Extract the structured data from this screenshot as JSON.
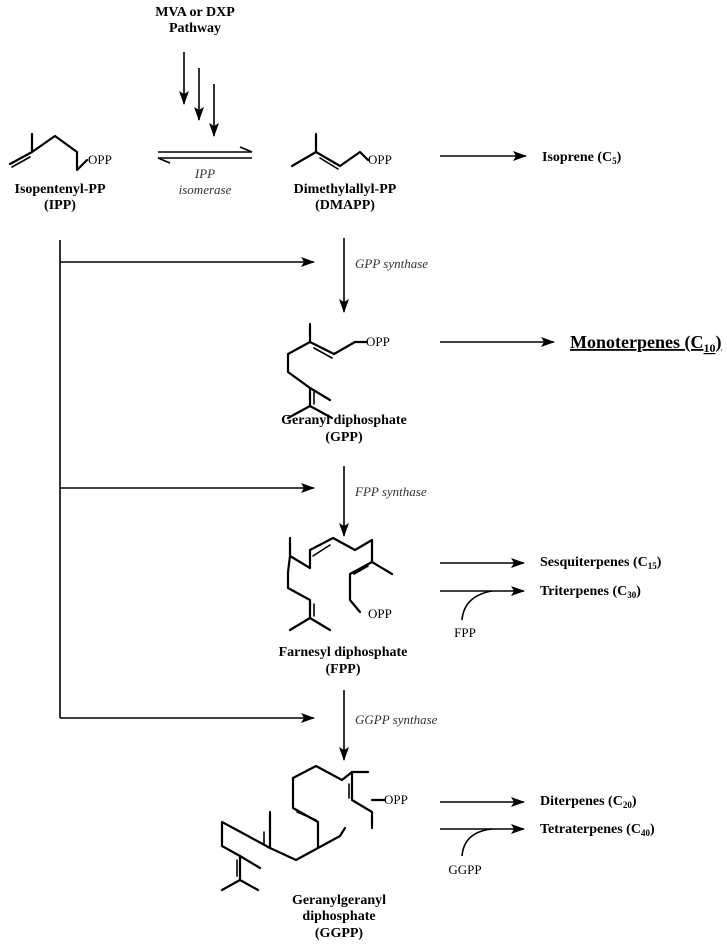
{
  "pathway_source": {
    "line1": "MVA or DXP",
    "line2": "Pathway"
  },
  "opp": "OPP",
  "ipp": {
    "name": "Isopentenyl-PP",
    "abbr": "(IPP)"
  },
  "dmapp": {
    "name": "Dimethylallyl-PP",
    "abbr": "(DMAPP)"
  },
  "isomerase": {
    "line1": "IPP",
    "line2": "isomerase"
  },
  "isoprene": {
    "label": "Isoprene (C",
    "sub": "5",
    "close": ")"
  },
  "gpp_synthase": "GPP synthase",
  "gpp": {
    "name": "Geranyl diphosphate",
    "abbr": "(GPP)"
  },
  "monoterpenes": {
    "label": "Monoterpenes (C",
    "sub": "10",
    "close": ")"
  },
  "fpp_synthase": "FPP synthase",
  "fpp": {
    "name": "Farnesyl diphosphate",
    "abbr": "(FPP)"
  },
  "sesquiterpenes": {
    "label": "Sesquiterpenes (C",
    "sub": "15",
    "close": ")"
  },
  "triterpenes": {
    "label": "Triterpenes (C",
    "sub": "30",
    "close": ")"
  },
  "fpp_cofactor": "FPP",
  "ggpp_synthase": "GGPP synthase",
  "ggpp": {
    "line1": "Geranylgeranyl",
    "line2": "diphosphate",
    "abbr": "(GGPP)"
  },
  "diterpenes": {
    "label": "Diterpenes (C",
    "sub": "20",
    "close": ")"
  },
  "tetraterpenes": {
    "label": "Tetraterpenes (C",
    "sub": "40",
    "close": ")"
  },
  "ggpp_cofactor": "GGPP"
}
